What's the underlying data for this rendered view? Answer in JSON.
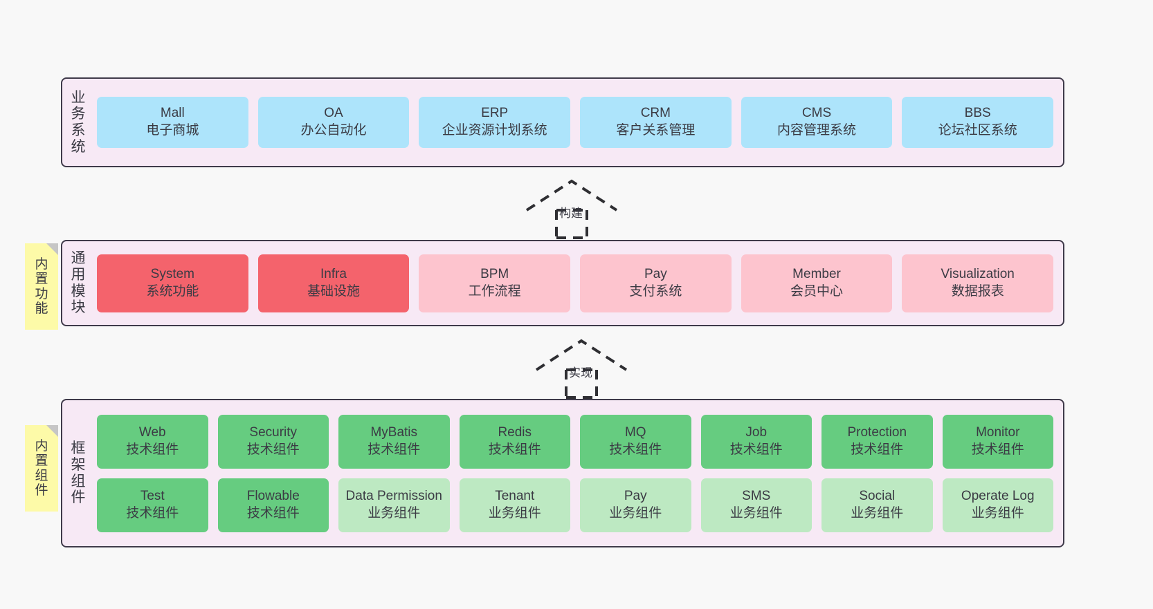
{
  "diagram": {
    "background": "#f8f8f8",
    "panel_bg": "#f7e9f5",
    "border": "#3f3a4a",
    "sticky_bg": "#fdfaa8",
    "colors": {
      "blue": "#ade4fb",
      "red": "#f4636c",
      "pink": "#fdc4ce",
      "green": "#66cc80",
      "light_green": "#bde9c2"
    }
  },
  "layers": {
    "business": {
      "label": "业务系统",
      "label_chars": [
        "业",
        "务",
        "系",
        "统"
      ],
      "nodes": [
        {
          "title": "Mall",
          "sub": "电子商城",
          "color": "blue"
        },
        {
          "title": "OA",
          "sub": "办公自动化",
          "color": "blue"
        },
        {
          "title": "ERP",
          "sub": "企业资源计划系统",
          "color": "blue"
        },
        {
          "title": "CRM",
          "sub": "客户关系管理",
          "color": "blue"
        },
        {
          "title": "CMS",
          "sub": "内容管理系统",
          "color": "blue"
        },
        {
          "title": "BBS",
          "sub": "论坛社区系统",
          "color": "blue"
        }
      ]
    },
    "module": {
      "label": "通用模块",
      "label_chars": [
        "通",
        "用",
        "模",
        "块"
      ],
      "sticky": "内置功能",
      "sticky_chars": [
        "内",
        "置",
        "功",
        "能"
      ],
      "nodes": [
        {
          "title": "System",
          "sub": "系统功能",
          "color": "red"
        },
        {
          "title": "Infra",
          "sub": "基础设施",
          "color": "red"
        },
        {
          "title": "BPM",
          "sub": "工作流程",
          "color": "pink"
        },
        {
          "title": "Pay",
          "sub": "支付系统",
          "color": "pink"
        },
        {
          "title": "Member",
          "sub": "会员中心",
          "color": "pink"
        },
        {
          "title": "Visualization",
          "sub": "数据报表",
          "color": "pink"
        }
      ]
    },
    "framework": {
      "label": "框架组件",
      "label_chars": [
        "框",
        "架",
        "组",
        "件"
      ],
      "sticky": "内置组件",
      "sticky_chars": [
        "内",
        "置",
        "组",
        "件"
      ],
      "row1": [
        {
          "title": "Web",
          "sub": "技术组件",
          "color": "green"
        },
        {
          "title": "Security",
          "sub": "技术组件",
          "color": "green"
        },
        {
          "title": "MyBatis",
          "sub": "技术组件",
          "color": "green"
        },
        {
          "title": "Redis",
          "sub": "技术组件",
          "color": "green"
        },
        {
          "title": "MQ",
          "sub": "技术组件",
          "color": "green"
        },
        {
          "title": "Job",
          "sub": "技术组件",
          "color": "green"
        },
        {
          "title": "Protection",
          "sub": "技术组件",
          "color": "green"
        },
        {
          "title": "Monitor",
          "sub": "技术组件",
          "color": "green"
        }
      ],
      "row2": [
        {
          "title": "Test",
          "sub": "技术组件",
          "color": "green"
        },
        {
          "title": "Flowable",
          "sub": "技术组件",
          "color": "green"
        },
        {
          "title": "Data Permission",
          "sub": "业务组件",
          "color": "light_green"
        },
        {
          "title": "Tenant",
          "sub": "业务组件",
          "color": "light_green"
        },
        {
          "title": "Pay",
          "sub": "业务组件",
          "color": "light_green"
        },
        {
          "title": "SMS",
          "sub": "业务组件",
          "color": "light_green"
        },
        {
          "title": "Social",
          "sub": "业务组件",
          "color": "light_green"
        },
        {
          "title": "Operate Log",
          "sub": "业务组件",
          "color": "light_green"
        }
      ]
    }
  },
  "connectors": [
    {
      "label": "构建",
      "from": "通用模块",
      "to": "业务系统",
      "style": "dashed-generalization"
    },
    {
      "label": "实现",
      "from": "框架组件",
      "to": "通用模块",
      "style": "dashed-generalization"
    }
  ]
}
